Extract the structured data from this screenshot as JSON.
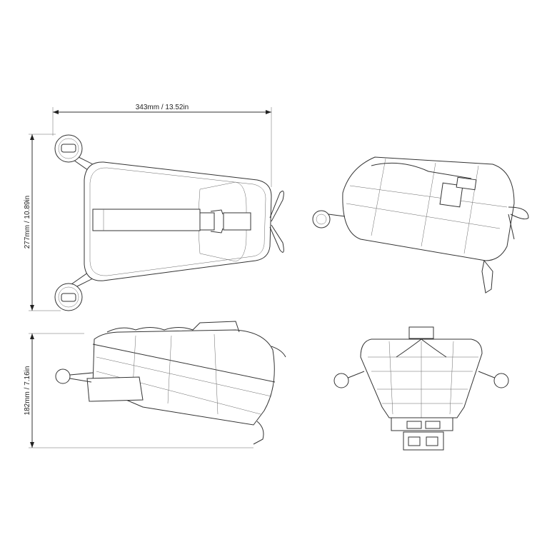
{
  "dimensions": {
    "width": "343mm / 13.52in",
    "length": "277mm / 10.89in",
    "height": "182mm / 7.16in"
  },
  "views": [
    "top",
    "isometric",
    "side",
    "rear"
  ],
  "colors": {
    "line": "#333333",
    "background": "#ffffff"
  }
}
